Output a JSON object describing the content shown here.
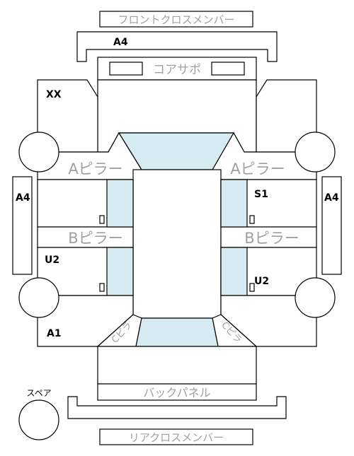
{
  "diagram": {
    "labels": {
      "front_cross_member": "フロントクロスメンバー",
      "core_support": "コアサポ",
      "a_pillar_left": "Aピラー",
      "a_pillar_right": "Aピラー",
      "b_pillar_left": "Bピラー",
      "b_pillar_right": "Bピラー",
      "c_pillar_left": "Cピラ",
      "c_pillar_right": "Cピラ",
      "back_panel": "バックパネル",
      "rear_cross_member": "リアクロスメンバー",
      "spare": "スペア"
    },
    "codes": {
      "front_cross_member_code": "A4",
      "hood_left_code": "XX",
      "side_left_code": "A4",
      "side_right_code": "A4",
      "right_front_door_code": "S1",
      "left_rear_door_code": "U2",
      "right_rear_door_code": "U2",
      "rear_left_code": "A1"
    },
    "colors": {
      "glass": "#d6ebf1",
      "outline": "#000000",
      "grey_label": "#a0a0a0"
    }
  }
}
